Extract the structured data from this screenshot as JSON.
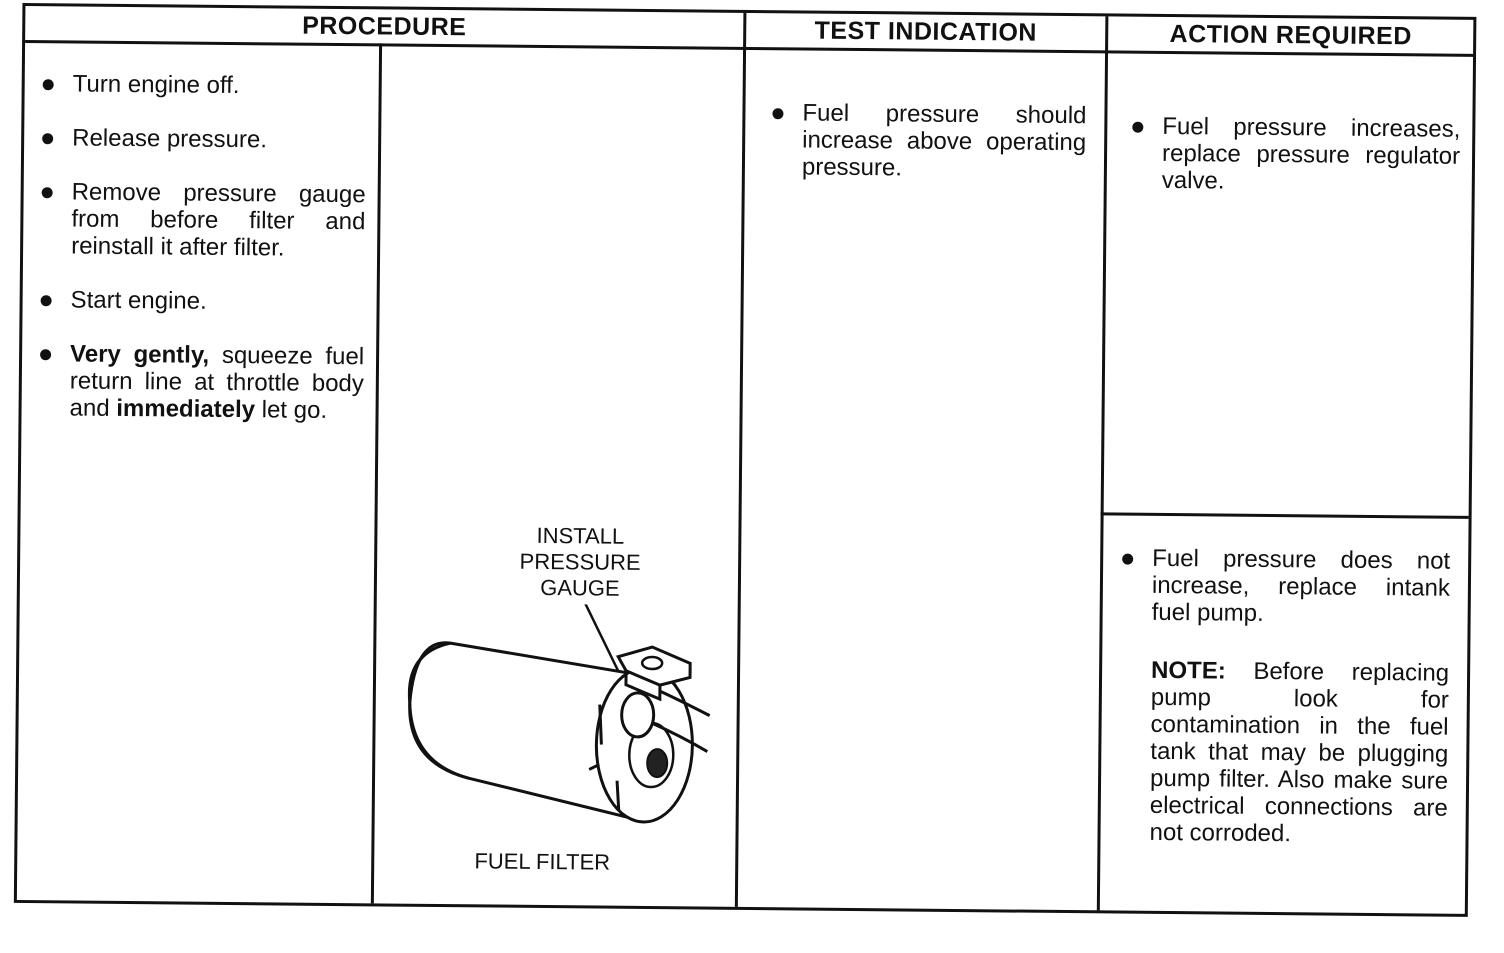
{
  "headers": {
    "procedure": "PROCEDURE",
    "test_indication": "TEST INDICATION",
    "action_required": "ACTION REQUIRED"
  },
  "procedure_steps": [
    "Turn engine off.",
    "Release pressure.",
    "Remove pressure gauge from before filter and reinstall it after filter.",
    "Start engine."
  ],
  "procedure_last_step": {
    "bold1": "Very gently,",
    "text1": " squeeze fuel return line at throttle body and ",
    "bold2": "immediately",
    "text2": " let go."
  },
  "figure": {
    "label_install_line1": "INSTALL",
    "label_install_line2": "PRESSURE",
    "label_install_line3": "GAUGE",
    "label_filter": "FUEL FILTER"
  },
  "test_indication": [
    "Fuel pressure should increase above operating pressure."
  ],
  "action_top": [
    "Fuel pressure increases, replace pressure regulator valve."
  ],
  "action_bottom": [
    "Fuel pressure does not increase, replace intank fuel pump."
  ],
  "note": {
    "label": "NOTE:",
    "text": " Before replacing pump look for contamination in the fuel tank that may be plugging pump filter. Also make sure electrical connections are not corroded."
  }
}
